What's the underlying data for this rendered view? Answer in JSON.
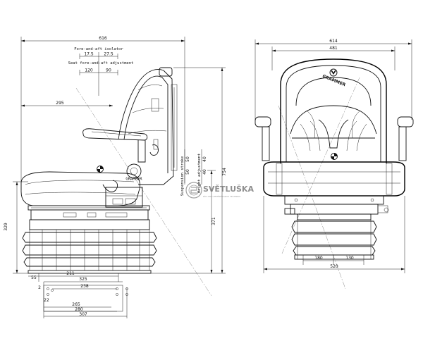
{
  "side_view": {
    "overall_width": "616",
    "fore_aft_isolator_label": "Fore-and-aft isolator",
    "fore_aft_isolator_left": "17.5",
    "fore_aft_isolator_right": "27.5",
    "seat_adjust_label": "Seat fore-and-aft adjustment",
    "seat_adjust_left": "120",
    "seat_adjust_right": "90",
    "backrest_offset": "295",
    "suspension_stroke_label": "Suspension stroke",
    "suspension_stroke_a": "50",
    "suspension_stroke_b": "50",
    "height_adjust_label": "Height adjustment",
    "height_adjust_a": "40",
    "height_adjust_b": "40",
    "total_height": "754",
    "seat_height": "371",
    "base_height": "329",
    "base_front_offset": "55",
    "base_depth": "211"
  },
  "bottom_view": {
    "dim_325": "325",
    "dim_238": "238",
    "dim_2": "2",
    "dim_22": "22",
    "dim_265": "265",
    "dim_280": "280",
    "dim_307": "307"
  },
  "front_view": {
    "overall_width": "614",
    "backrest_width": "481",
    "base_left": "180",
    "base_right": "130",
    "base_width": "520",
    "brand": "GRAMMER"
  },
  "watermark": {
    "name": "SVĚTLUŠKA",
    "tagline": "DÍLY PRO ZEMĚDĚLSKOU TECHNIKU"
  }
}
